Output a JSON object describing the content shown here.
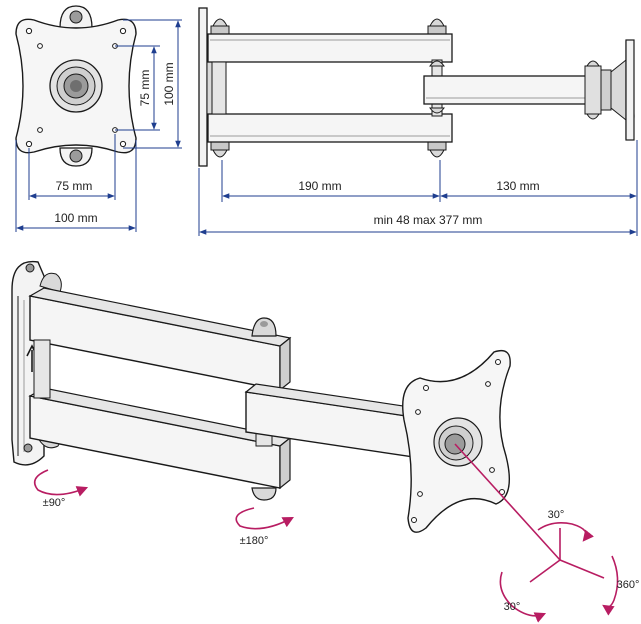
{
  "colors": {
    "dimension": "#1f3e8f",
    "rotation": "#b81d62",
    "outline": "#1a1a1a",
    "fill_light": "#f3f3f3",
    "fill_mid": "#d9d9d9",
    "fill_dark": "#9b9b9b"
  },
  "plate_dimensions": {
    "inner_width": "75 mm",
    "outer_width": "100 mm",
    "inner_height": "75 mm",
    "outer_height": "100 mm"
  },
  "arm_dimensions": {
    "first_arm": "190 mm",
    "second_arm": "130 mm",
    "total_range": "min 48 max 377 mm"
  },
  "rotations": {
    "wall_pivot": "±90°",
    "elbow_pivot": "±180°",
    "tilt_top": "30°",
    "tilt_bottom": "30°",
    "rotate": "360°"
  },
  "icons": {
    "direction_arrow": "up-arrow-icon"
  }
}
